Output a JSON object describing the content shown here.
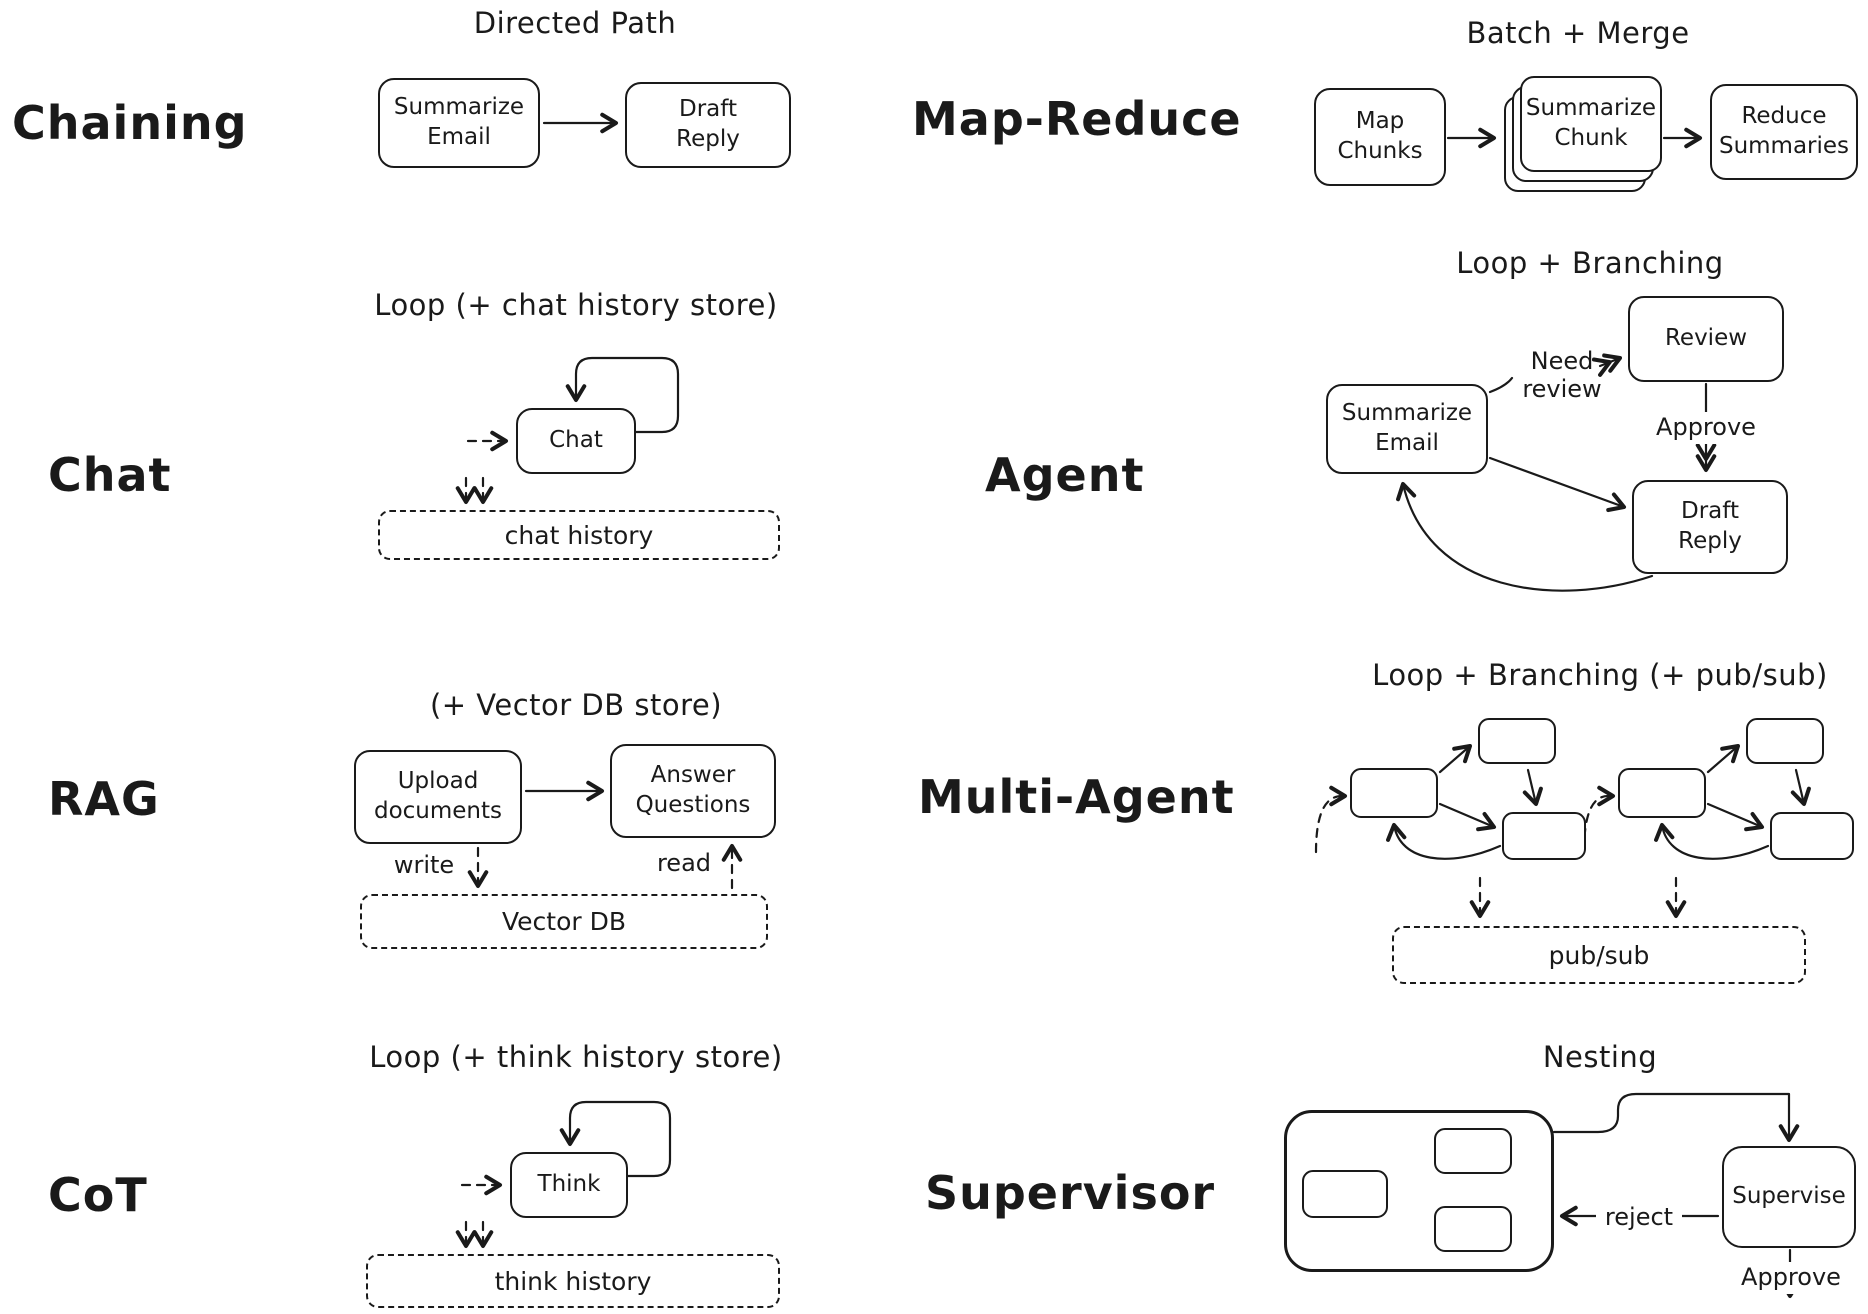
{
  "colors": {
    "ink": "#1a1a1a",
    "background": "#ffffff"
  },
  "sections": {
    "chaining": {
      "label": "Chaining",
      "title": "Directed Path",
      "node1": "Summarize Email",
      "node2": "Draft Reply"
    },
    "map_reduce": {
      "label": "Map-Reduce",
      "title": "Batch + Merge",
      "node1": "Map Chunks",
      "node2": "Summarize Chunk",
      "node3": "Reduce Summaries"
    },
    "chat": {
      "label": "Chat",
      "title": "Loop (+ chat history store)",
      "node": "Chat",
      "store": "chat history"
    },
    "agent": {
      "label": "Agent",
      "title": "Loop + Branching",
      "node_summarize": "Summarize Email",
      "node_review": "Review",
      "node_draft": "Draft Reply",
      "need_review_label": "Need review",
      "approve_label": "Approve"
    },
    "rag": {
      "label": "RAG",
      "title": "(+ Vector DB store)",
      "node1": "Upload documents",
      "node2": "Answer Questions",
      "write_label": "write",
      "read_label": "read",
      "store": "Vector DB"
    },
    "multi_agent": {
      "label": "Multi-Agent",
      "title": "Loop + Branching (+ pub/sub)",
      "store": "pub/sub"
    },
    "cot": {
      "label": "CoT",
      "title": "Loop (+ think history store)",
      "node": "Think",
      "store": "think history"
    },
    "supervisor": {
      "label": "Supervisor",
      "title": "Nesting",
      "node_supervise": "Supervise",
      "reject_label": "reject",
      "approve_label": "Approve"
    }
  }
}
